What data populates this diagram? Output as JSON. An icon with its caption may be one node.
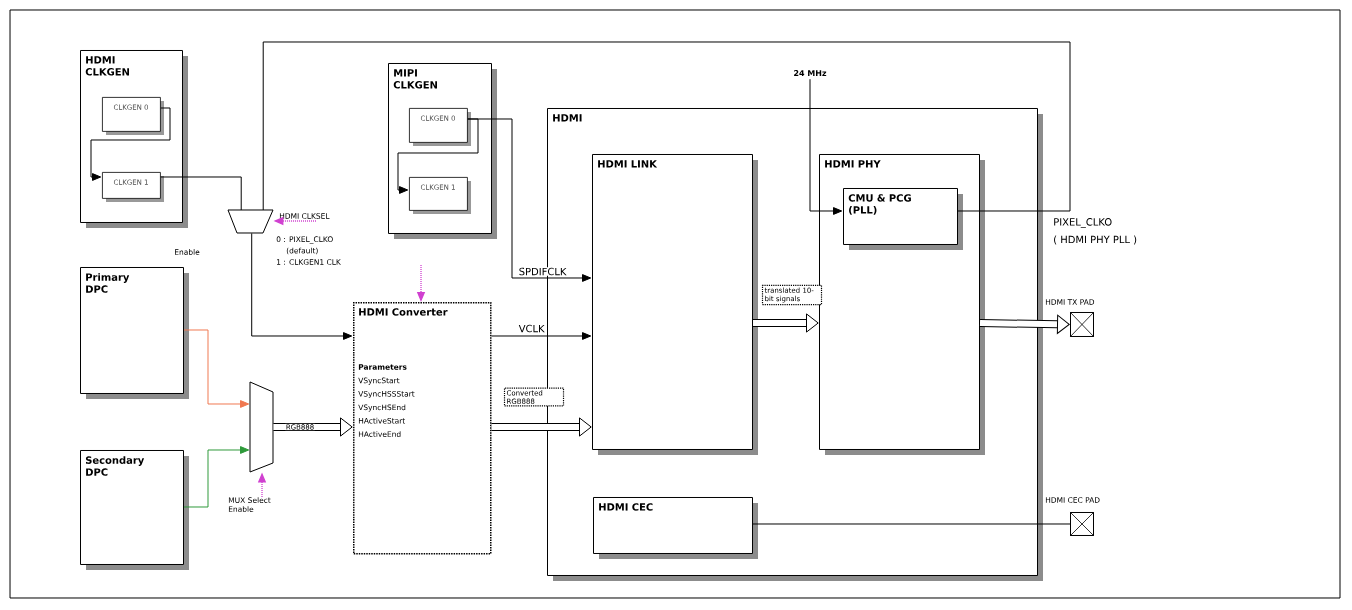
{
  "diagram": {
    "nodes": [
      {
        "text": [
          "HDMI CLKGEN"
        ]
      },
      {
        "text": [
          "CLKGEN 0"
        ],
        "in": 0
      },
      {
        "text": [
          "CLKGEN 1"
        ],
        "in": 0
      },
      {
        "text": [
          "MIPI CLKGEN"
        ]
      },
      {
        "text": [
          "CLKGEN 0"
        ],
        "in": 3
      },
      {
        "text": [
          "CLKGEN 1"
        ],
        "in": 3
      },
      {
        "text": [],
        "shape": "trapezoid",
        "beside": [
          "HDMI CLKSEL"
        ]
      },
      {
        "text": [
          "Primary DPC"
        ]
      },
      {
        "text": [
          "Secondary DPC"
        ]
      },
      {
        "text": [],
        "shape": "trapezoid"
      },
      {
        "text": [
          "HDMI Converter",
          "Parameters",
          "VSyncStart",
          "VSyncHSSStart",
          "VSyncHSEnd",
          "HActiveStart",
          "HActiveEnd"
        ]
      },
      {
        "text": [
          "HDMI"
        ]
      },
      {
        "text": [
          "HDMI LINK"
        ],
        "in": 11
      },
      {
        "text": [
          "HDMI PHY"
        ],
        "in": 11
      },
      {
        "text": [
          "CMU & PCG (PLL)"
        ],
        "in": 13
      },
      {
        "text": [
          "HDMI CEC"
        ],
        "in": 11
      },
      {
        "text": [
          "24 MHz"
        ]
      },
      {
        "text": [],
        "shape": "box",
        "beside": [
          "HDMI TX PAD"
        ]
      },
      {
        "text": [],
        "shape": "box",
        "beside": [
          "HDMI CEC PAD"
        ]
      },
      {
        "text": [
          "MUX Select Enable"
        ]
      }
    ],
    "edges": [
      {
        "from": 1,
        "to": 2,
        "arrow": "to"
      },
      {
        "from": 2,
        "to": 6,
        "arrow": "none"
      },
      {
        "from": 14,
        "to": 6,
        "arrow": "none"
      },
      {
        "from": 6,
        "to": 10,
        "arrow": "to"
      },
      {
        "from": 7,
        "to": 9,
        "arrow": "to",
        "color": "#f07850"
      },
      {
        "from": 8,
        "to": 9,
        "arrow": "to",
        "color": "#2e9a3a"
      },
      {
        "from": 9,
        "to": 10,
        "arrow": "to",
        "style": "thick",
        "label": "RGB888"
      },
      {
        "from": 4,
        "to": 5,
        "arrow": "to"
      },
      {
        "from": 4,
        "to": 12,
        "arrow": "to",
        "label": "SPDIFCLK"
      },
      {
        "from": 10,
        "to": 12,
        "arrow": "to",
        "label": "VCLK"
      },
      {
        "from": 10,
        "to": 12,
        "arrow": "to",
        "style": "thick",
        "label": "Converted RGB888"
      },
      {
        "from": 12,
        "to": 13,
        "arrow": "to",
        "style": "thick",
        "label": "translated 10-bit signals"
      },
      {
        "from": 16,
        "to": 14,
        "arrow": "to"
      },
      {
        "from": 13,
        "to": 17,
        "arrow": "to",
        "style": "thick"
      },
      {
        "from": 15,
        "to": 18,
        "arrow": "none"
      },
      {
        "from": null,
        "to": 6,
        "arrow": "to",
        "style": "dashed",
        "color": "#d040d0"
      },
      {
        "from": null,
        "to": 10,
        "arrow": "to",
        "style": "dashed",
        "color": "#d040d0"
      },
      {
        "from": 19,
        "to": 9,
        "arrow": "to",
        "style": "dashed",
        "color": "#d040d0"
      }
    ],
    "labels": [
      "Enable",
      "0 : PIXEL_CLKO",
      "(default)",
      "1 : CLKGEN1 CLK",
      "PIXEL_CLKO",
      "( HDMI PHY PLL )"
    ]
  }
}
